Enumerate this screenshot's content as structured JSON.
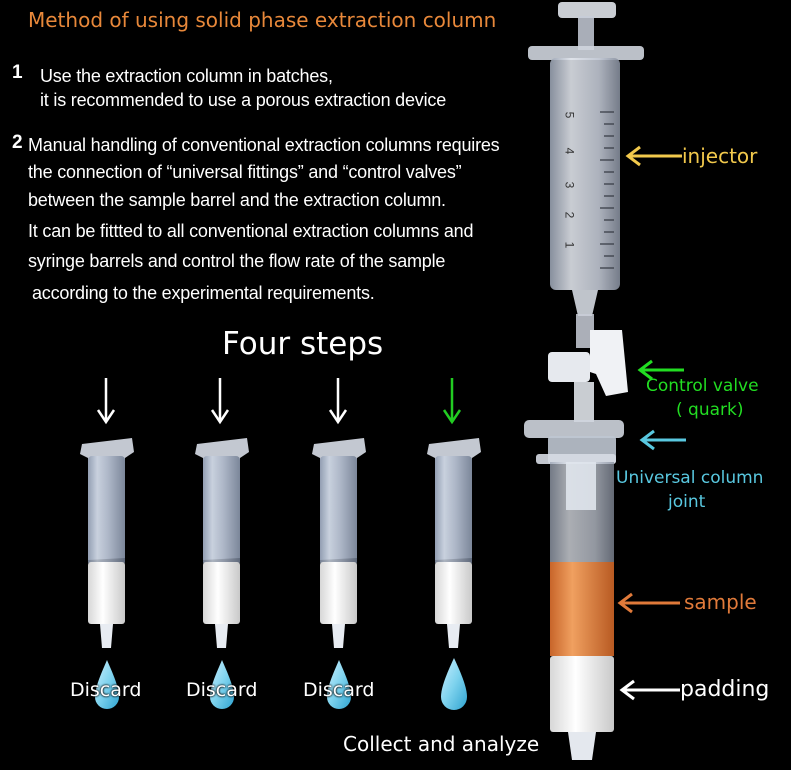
{
  "title": "Method of using solid phase extraction column",
  "item1": {
    "number": "1",
    "lines": [
      "Use the extraction column in batches,",
      "it is recommended to use a porous extraction device"
    ]
  },
  "item2": {
    "number": "2",
    "lines": [
      "Manual handling of conventional extraction columns requires",
      "the connection of “universal fittings” and “control valves”",
      "between the sample barrel and the extraction column.",
      "It can be fittted to all conventional extraction columns  and",
      "syringe barrels and control the flow rate of the sample",
      "according to the experimental requirements."
    ]
  },
  "steps_title": "Four steps",
  "discard_labels": [
    "Discard",
    "Discard",
    "Discard"
  ],
  "collect_label": "Collect and analyze",
  "callouts": {
    "injector": "injector",
    "control_valve_1": "Control valve",
    "control_valve_2": "( quark)",
    "universal_joint_1": "Universal column",
    "universal_joint_2": "joint",
    "sample": "sample",
    "padding": "padding"
  },
  "syringe_scale": [
    "5",
    "4",
    "3",
    "2",
    "1"
  ],
  "colors": {
    "title": "#e8883a",
    "injector": "#f2c94c",
    "control_valve": "#22dd22",
    "universal_joint": "#59c8e0",
    "sample": "#e07a3a",
    "padding": "#ffffff",
    "drop": "#7fd3ee",
    "step4_arrow": "#22cc22"
  }
}
